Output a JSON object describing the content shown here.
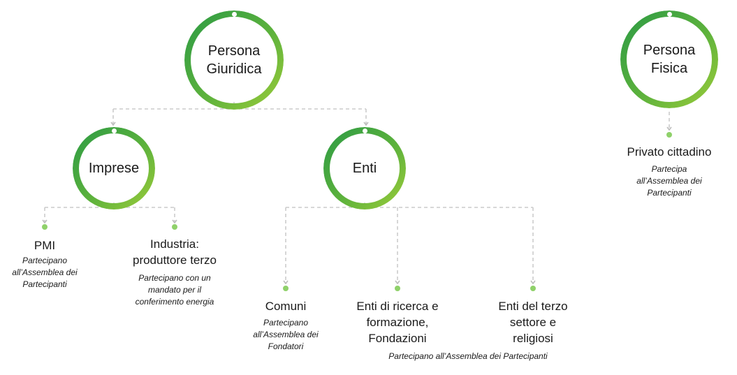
{
  "persona_giuridica": {
    "title_line1": "Persona",
    "title_line2": "Giuridica",
    "imprese": {
      "title": "Imprese",
      "pmi": {
        "title": "PMI",
        "note_line1": "Partecipano",
        "note_line2": "all’Assemblea dei",
        "note_line3": "Partecipanti"
      },
      "industria": {
        "title_line1": "Industria:",
        "title_line2": "produttore terzo",
        "note_line1": "Partecipano con un",
        "note_line2": "mandato per il",
        "note_line3": "conferimento energia"
      }
    },
    "enti": {
      "title": "Enti",
      "comuni": {
        "title": "Comuni",
        "note_line1": "Partecipano",
        "note_line2": "all’Assemblea dei",
        "note_line3": "Fondatori"
      },
      "ricerca": {
        "title_line1": "Enti di ricerca e",
        "title_line2": "formazione,",
        "title_line3": "Fondazioni"
      },
      "terzo_settore": {
        "title_line1": "Enti del terzo",
        "title_line2": "settore e",
        "title_line3": "religiosi"
      },
      "shared_note": "Partecipano all’Assemblea dei Partecipanti"
    }
  },
  "persona_fisica": {
    "title_line1": "Persona",
    "title_line2": "Fisica",
    "privato": {
      "title": "Privato cittadino",
      "note_line1": "Partecipa",
      "note_line2": "all’Assemblea dei",
      "note_line3": "Partecipanti"
    }
  },
  "colors": {
    "ring_dark": "#2b9a45",
    "ring_light": "#9ccc3a",
    "connector": "#c8c8c8",
    "leaf_dot": "#8fd16a"
  }
}
